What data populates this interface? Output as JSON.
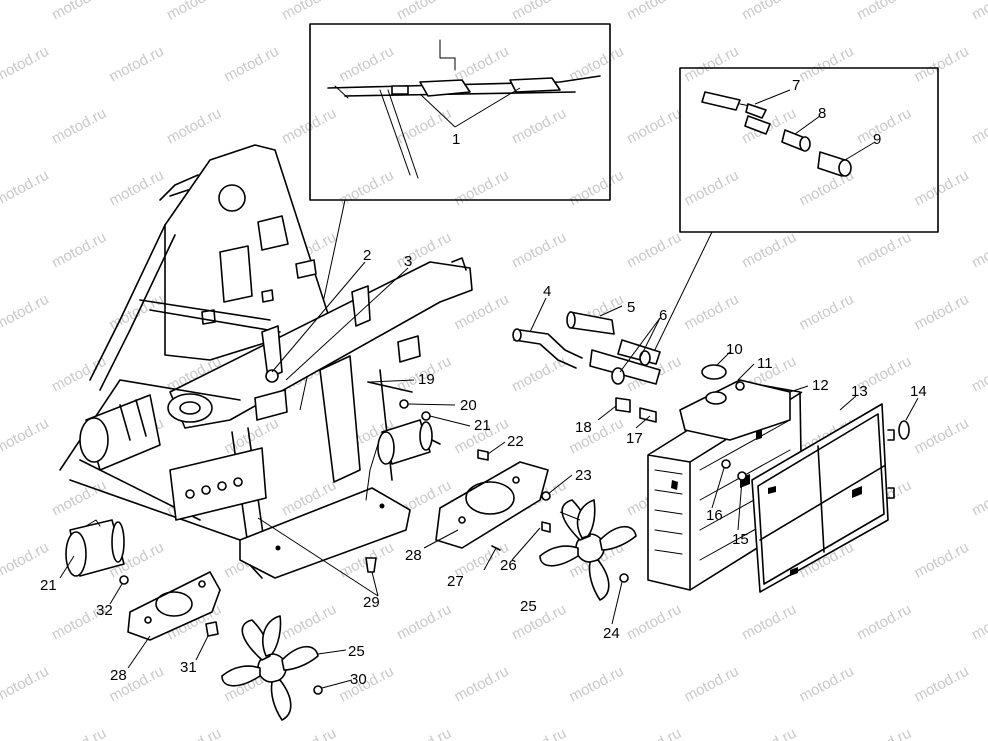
{
  "colors": {
    "line": "#000000",
    "background": "#ffffff",
    "watermark": "#c9c9c9"
  },
  "watermark": "motod.ru",
  "callouts": [
    {
      "id": "c1",
      "label": "1"
    },
    {
      "id": "c2",
      "label": "2"
    },
    {
      "id": "c3",
      "label": "3"
    },
    {
      "id": "c4",
      "label": "4"
    },
    {
      "id": "c5",
      "label": "5"
    },
    {
      "id": "c6",
      "label": "6"
    },
    {
      "id": "c7",
      "label": "7"
    },
    {
      "id": "c8",
      "label": "8"
    },
    {
      "id": "c9",
      "label": "9"
    },
    {
      "id": "c10",
      "label": "10"
    },
    {
      "id": "c11",
      "label": "11"
    },
    {
      "id": "c12",
      "label": "12"
    },
    {
      "id": "c13",
      "label": "13"
    },
    {
      "id": "c14",
      "label": "14"
    },
    {
      "id": "c15",
      "label": "15"
    },
    {
      "id": "c16",
      "label": "16"
    },
    {
      "id": "c17",
      "label": "17"
    },
    {
      "id": "c18",
      "label": "18"
    },
    {
      "id": "c19",
      "label": "19"
    },
    {
      "id": "c20",
      "label": "20"
    },
    {
      "id": "c21a",
      "label": "21"
    },
    {
      "id": "c21b",
      "label": "21"
    },
    {
      "id": "c22",
      "label": "22"
    },
    {
      "id": "c23",
      "label": "23"
    },
    {
      "id": "c24",
      "label": "24"
    },
    {
      "id": "c25a",
      "label": "25"
    },
    {
      "id": "c25b",
      "label": "25"
    },
    {
      "id": "c26",
      "label": "26"
    },
    {
      "id": "c27",
      "label": "27"
    },
    {
      "id": "c28a",
      "label": "28"
    },
    {
      "id": "c28b",
      "label": "28"
    },
    {
      "id": "c29",
      "label": "29"
    },
    {
      "id": "c30",
      "label": "30"
    },
    {
      "id": "c31",
      "label": "31"
    },
    {
      "id": "c32",
      "label": "32"
    }
  ]
}
